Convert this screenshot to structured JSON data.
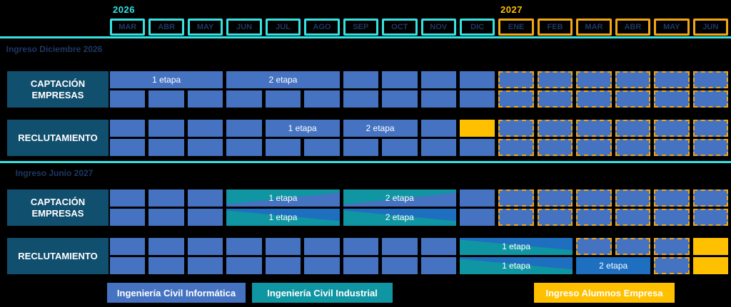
{
  "chart_data": {
    "type": "gantt",
    "title": "",
    "years": [
      {
        "label": "2026",
        "span_columns": [
          1,
          10
        ]
      },
      {
        "label": "2027",
        "span_columns": [
          11,
          16
        ]
      }
    ],
    "months": [
      {
        "label": "MAR",
        "year": "2026"
      },
      {
        "label": "ABR",
        "year": "2026"
      },
      {
        "label": "MAY",
        "year": "2026"
      },
      {
        "label": "JUN",
        "year": "2026"
      },
      {
        "label": "JUL",
        "year": "2026"
      },
      {
        "label": "AGO",
        "year": "2026"
      },
      {
        "label": "SEP",
        "year": "2026"
      },
      {
        "label": "OCT",
        "year": "2026"
      },
      {
        "label": "NOV",
        "year": "2026"
      },
      {
        "label": "DIC",
        "year": "2026"
      },
      {
        "label": "ENE",
        "year": "2027"
      },
      {
        "label": "FEB",
        "year": "2027"
      },
      {
        "label": "MAR",
        "year": "2027"
      },
      {
        "label": "ABR",
        "year": "2027"
      },
      {
        "label": "MAY",
        "year": "2027"
      },
      {
        "label": "JUN",
        "year": "2027"
      }
    ],
    "sections": [
      {
        "heading": "Ingreso Diciembre 2026",
        "groups": [
          {
            "label": "CAPTACIÓN EMPRESAS",
            "rows": [
              [
                {
                  "t": "bar",
                  "s": 1,
                  "n": 3,
                  "label": "1 etapa"
                },
                {
                  "t": "bar",
                  "s": 4,
                  "n": 3,
                  "label": "2 etapa"
                },
                {
                  "t": "cells",
                  "s": 7,
                  "e": 10
                },
                {
                  "t": "dashed",
                  "s": 11,
                  "e": 16
                }
              ],
              [
                {
                  "t": "cells",
                  "s": 1,
                  "e": 10
                },
                {
                  "t": "dashed",
                  "s": 11,
                  "e": 16
                }
              ]
            ]
          },
          {
            "label": "RECLUTAMIENTO",
            "rows": [
              [
                {
                  "t": "cells",
                  "s": 1,
                  "e": 4
                },
                {
                  "t": "bar",
                  "s": 5,
                  "n": 2,
                  "label": "1 etapa"
                },
                {
                  "t": "bar",
                  "s": 7,
                  "n": 2,
                  "label": "2 etapa"
                },
                {
                  "t": "cells",
                  "s": 9,
                  "e": 9
                },
                {
                  "t": "yellow",
                  "s": 10,
                  "n": 1
                },
                {
                  "t": "dashed",
                  "s": 11,
                  "e": 16
                }
              ],
              [
                {
                  "t": "cells",
                  "s": 1,
                  "e": 10
                },
                {
                  "t": "dashed",
                  "s": 11,
                  "e": 16
                }
              ]
            ]
          }
        ]
      },
      {
        "heading": "Ingreso Junio 2027",
        "groups": [
          {
            "label": "CAPTACIÓN EMPRESAS",
            "rows": [
              [
                {
                  "t": "cells",
                  "s": 1,
                  "e": 3
                },
                {
                  "t": "grad-top",
                  "s": 4,
                  "n": 3,
                  "label": "1 etapa"
                },
                {
                  "t": "grad-top",
                  "s": 7,
                  "n": 3,
                  "label": "2 etapa"
                },
                {
                  "t": "cells",
                  "s": 10,
                  "e": 10
                },
                {
                  "t": "dashed",
                  "s": 11,
                  "e": 16
                }
              ],
              [
                {
                  "t": "cells",
                  "s": 1,
                  "e": 3
                },
                {
                  "t": "grad-bottom",
                  "s": 4,
                  "n": 3,
                  "label": "1 etapa"
                },
                {
                  "t": "grad-bottom",
                  "s": 7,
                  "n": 3,
                  "label": "2 etapa"
                },
                {
                  "t": "cells",
                  "s": 10,
                  "e": 10
                },
                {
                  "t": "dashed",
                  "s": 11,
                  "e": 16
                }
              ]
            ]
          },
          {
            "label": "RECLUTAMIENTO",
            "rows": [
              [
                {
                  "t": "cells",
                  "s": 1,
                  "e": 9
                },
                {
                  "t": "grad-bottom",
                  "s": 10,
                  "n": 3,
                  "label": "1 etapa"
                },
                {
                  "t": "dashed",
                  "s": 13,
                  "e": 15
                },
                {
                  "t": "yellow",
                  "s": 16,
                  "n": 1
                }
              ],
              [
                {
                  "t": "cells",
                  "s": 1,
                  "e": 9
                },
                {
                  "t": "grad-bottom",
                  "s": 10,
                  "n": 3,
                  "label": "1 etapa"
                },
                {
                  "t": "bar-deep",
                  "s": 13,
                  "n": 2,
                  "label": "2 etapa"
                },
                {
                  "t": "dashed",
                  "s": 15,
                  "e": 15
                },
                {
                  "t": "yellow",
                  "s": 16,
                  "n": 1
                }
              ]
            ]
          }
        ]
      }
    ],
    "legend": [
      {
        "label": "Ingeniería Civil Informática",
        "color": "#4573C1"
      },
      {
        "label": "Ingeniería Civil Industrial",
        "color": "#1095A2"
      },
      {
        "label": "Ingreso Alumnos Empresa",
        "color": "#FFC000"
      }
    ],
    "colors": {
      "cell_blue": "#4573C1",
      "deep_blue": "#1E6FC0",
      "teal": "#1095A2",
      "dark_label_box": "#114F6E",
      "yellow": "#FFC000",
      "amber_border": "#F3A712",
      "cyan": "#35E3E3",
      "navy_text": "#1F3864"
    }
  }
}
